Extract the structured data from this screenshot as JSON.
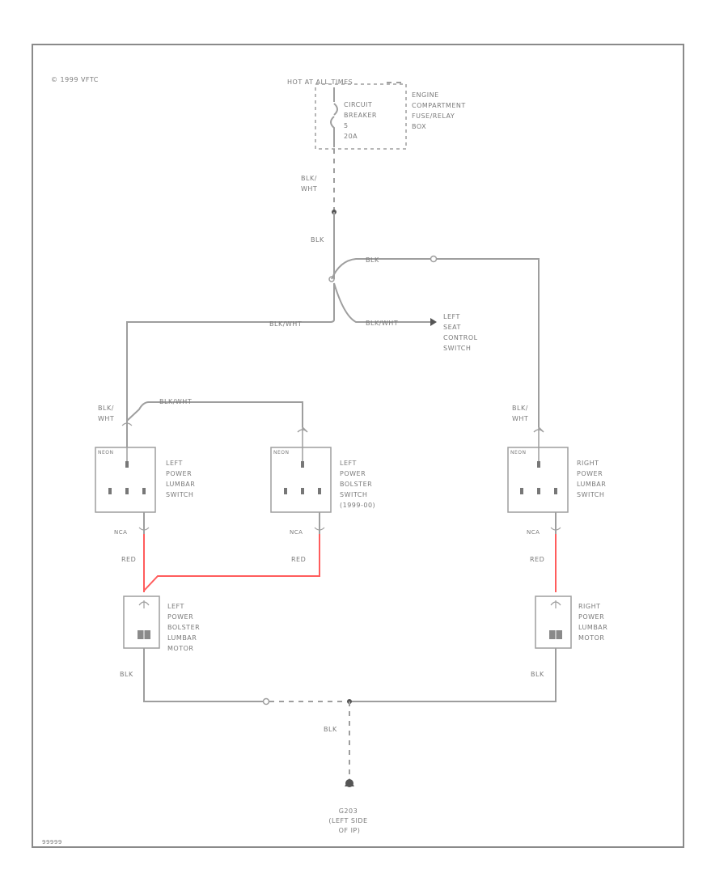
{
  "header": {
    "copyright": "© 1999 VFTC",
    "figure_id": "99999"
  },
  "power": {
    "label": "HOT AT ALL TIMES"
  },
  "breaker": {
    "lines": [
      "CIRCUIT",
      "BREAKER",
      "5",
      "20A"
    ]
  },
  "fuse_box": {
    "lines": [
      "ENGINE",
      "COMPARTMENT",
      "FUSE/RELAY",
      "BOX"
    ]
  },
  "wires": {
    "blk_wht_top": [
      "BLK/",
      "WHT"
    ],
    "blk_main": "BLK",
    "blk_right": "BLK",
    "blk_wht_main": "BLK/WHT",
    "blk_wht_seat": "BLK/WHT",
    "blk_wht_bolster": "BLK/WHT",
    "blk_wht_left": [
      "BLK/",
      "WHT"
    ],
    "blk_wht_right": [
      "BLK/",
      "WHT"
    ],
    "red_left": "RED",
    "red_mid": "RED",
    "red_right": "RED",
    "blk_motor_left": "BLK",
    "blk_motor_right": "BLK",
    "blk_ground": "BLK"
  },
  "connectors": {
    "neon": "NEON",
    "nca": "NCA"
  },
  "seat_switch": {
    "lines": [
      "LEFT",
      "SEAT",
      "CONTROL",
      "SWITCH"
    ]
  },
  "left_lumbar_switch": {
    "lines": [
      "LEFT",
      "POWER",
      "LUMBAR",
      "SWITCH"
    ]
  },
  "left_bolster_switch": {
    "lines": [
      "LEFT",
      "POWER",
      "BOLSTER",
      "SWITCH",
      "(1999-00)"
    ]
  },
  "right_lumbar_switch": {
    "lines": [
      "RIGHT",
      "POWER",
      "LUMBAR",
      "SWITCH"
    ]
  },
  "left_motor": {
    "lines": [
      "LEFT",
      "POWER",
      "BOLSTER",
      "LUMBAR",
      "MOTOR"
    ]
  },
  "right_motor": {
    "lines": [
      "RIGHT",
      "POWER",
      "LUMBAR",
      "MOTOR"
    ]
  },
  "ground": {
    "lines": [
      "G203",
      "(LEFT SIDE",
      "OF IP)"
    ]
  }
}
